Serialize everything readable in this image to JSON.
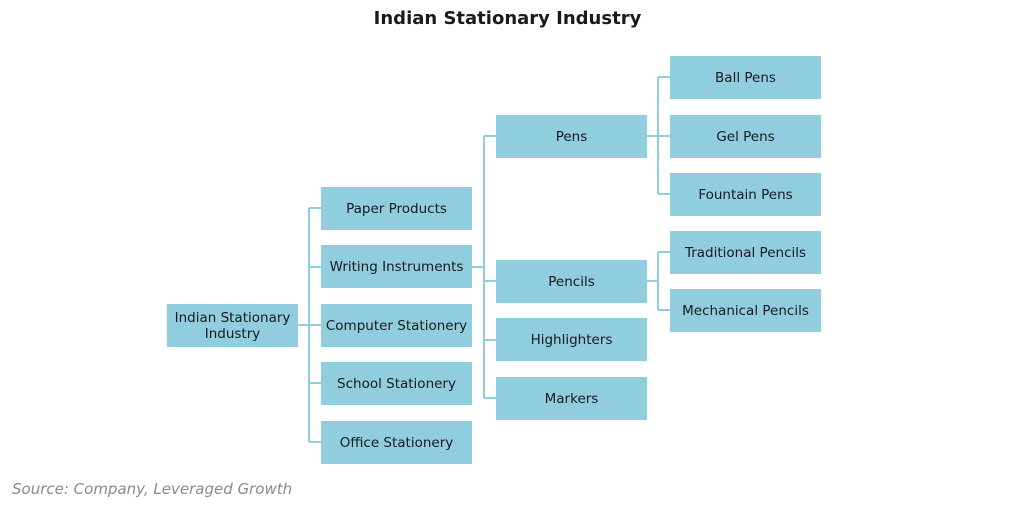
{
  "title": "Indian Stationary Industry",
  "source": "Source: Company, Leveraged Growth",
  "colors": {
    "node_fill": "#90cddf",
    "connector": "#90cddf",
    "text": "#1a1a1a",
    "source_text": "#8a8a8a"
  },
  "nodes": {
    "root": "Indian Stationary Industry",
    "paper_products": "Paper Products",
    "writing_instruments": "Writing Instruments",
    "computer_stationery": "Computer Stationery",
    "school_stationery": "School Stationery",
    "office_stationery": "Office Stationery",
    "pens": "Pens",
    "pencils": "Pencils",
    "highlighters": "Highlighters",
    "markers": "Markers",
    "ball_pens": "Ball Pens",
    "gel_pens": "Gel Pens",
    "fountain_pens": "Fountain Pens",
    "traditional_pencils": "Traditional Pencils",
    "mechanical_pencils": "Mechanical Pencils"
  }
}
